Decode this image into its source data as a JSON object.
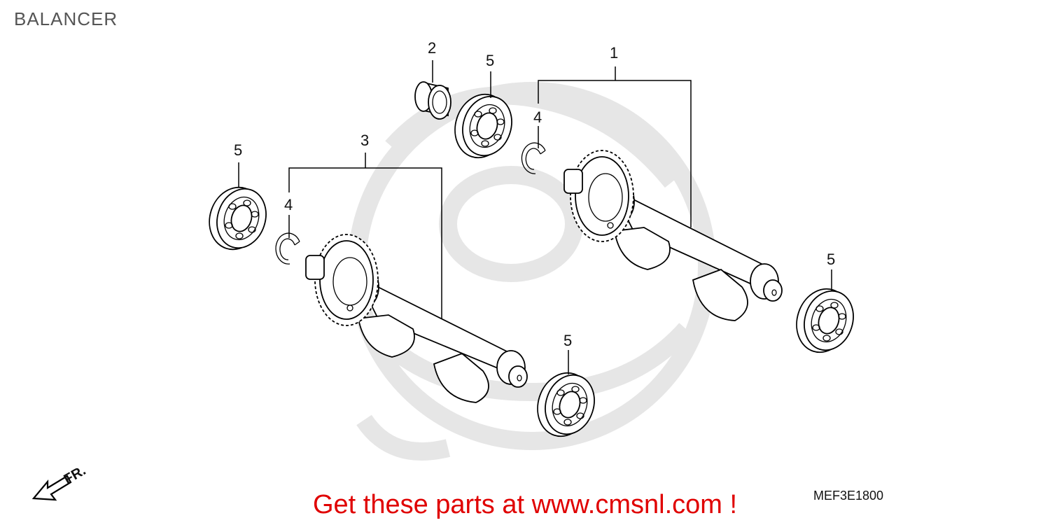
{
  "diagram": {
    "title": "BALANCER",
    "code": "MEF3E1800",
    "promo": "Get these parts at www.cmsnl.com !",
    "direction_label": "FR.",
    "callouts": {
      "c1": "1",
      "c2": "2",
      "c3": "3",
      "c4a": "4",
      "c4b": "4",
      "c5a": "5",
      "c5b": "5",
      "c5c": "5",
      "c5d": "5"
    }
  },
  "colors": {
    "promo_text": "#e00000",
    "watermark": "#e6e6e6",
    "line": "#000000"
  }
}
